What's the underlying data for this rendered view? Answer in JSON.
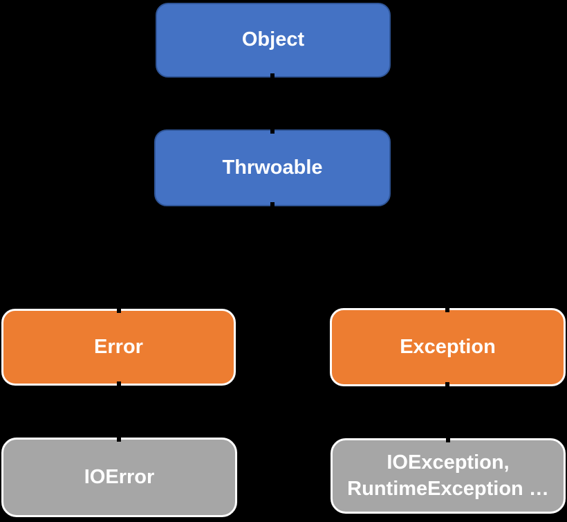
{
  "diagram": {
    "description": "Class hierarchy diagram (throwable hierarchy)",
    "background_color": "#000000",
    "text_color": "#FFFFFF",
    "colors": {
      "level_blue_fill": "#4472C4",
      "level_blue_border": "#2F5597",
      "level_orange_fill": "#ED7D31",
      "level_gray_fill": "#A6A6A6",
      "light_border": "#FFFFFF",
      "connector_anchor": "#000000"
    },
    "nodes": [
      {
        "id": "object",
        "label": "Object",
        "level": 1,
        "style": "blue"
      },
      {
        "id": "throwable",
        "label": "Thrwoable",
        "level": 2,
        "style": "blue"
      },
      {
        "id": "error",
        "label": "Error",
        "level": 3,
        "style": "orange"
      },
      {
        "id": "exception",
        "label": "Exception",
        "level": 3,
        "style": "orange"
      },
      {
        "id": "ioerror",
        "label": "IOError",
        "level": 4,
        "style": "gray"
      },
      {
        "id": "ioexception",
        "label": "IOException, RuntimeException …",
        "level": 4,
        "style": "gray"
      }
    ],
    "edges": [
      {
        "from": "object",
        "to": "throwable"
      },
      {
        "from": "throwable",
        "to": "error"
      },
      {
        "from": "throwable",
        "to": "exception"
      },
      {
        "from": "error",
        "to": "ioerror"
      },
      {
        "from": "exception",
        "to": "ioexception"
      }
    ]
  }
}
